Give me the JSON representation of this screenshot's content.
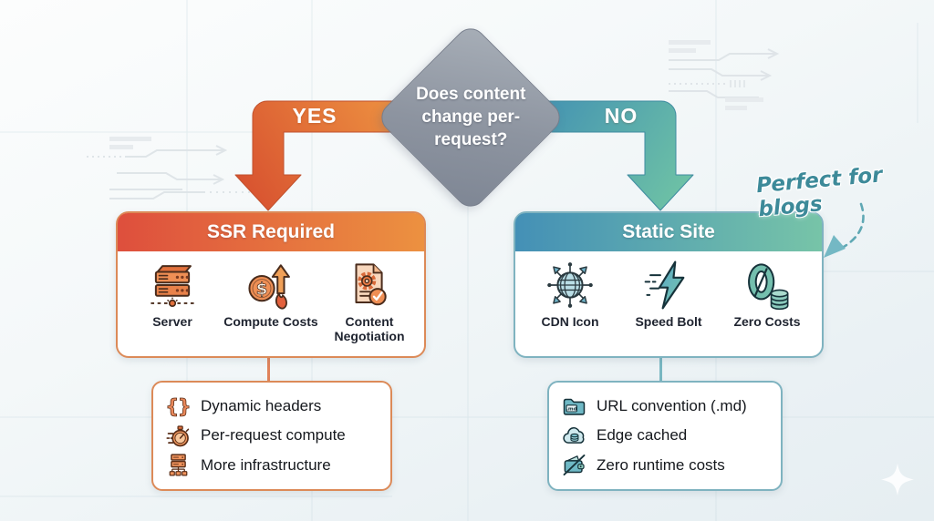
{
  "diamond": {
    "question": "Does content change per-request?"
  },
  "branches": {
    "yes": {
      "label": "YES",
      "color": "#d85330"
    },
    "no": {
      "label": "NO",
      "color": "#4e9fb0"
    }
  },
  "ssr_card": {
    "title": "SSR Required",
    "accent": "#e2603c",
    "items": [
      {
        "icon": "server-icon",
        "label": "Server"
      },
      {
        "icon": "compute-costs-icon",
        "label": "Compute Costs"
      },
      {
        "icon": "content-negotiation-icon",
        "label": "Content Negotiation"
      }
    ]
  },
  "static_card": {
    "title": "Static Site",
    "accent": "#4a97b8",
    "items": [
      {
        "icon": "cdn-icon",
        "label": "CDN Icon"
      },
      {
        "icon": "speed-bolt-icon",
        "label": "Speed Bolt"
      },
      {
        "icon": "zero-costs-icon",
        "label": "Zero Costs"
      }
    ]
  },
  "ssr_details": {
    "items": [
      {
        "icon": "braces-icon",
        "label": "Dynamic headers"
      },
      {
        "icon": "stopwatch-icon",
        "label": "Per-request compute"
      },
      {
        "icon": "infrastructure-icon",
        "label": "More infrastructure"
      }
    ]
  },
  "static_details": {
    "items": [
      {
        "icon": "md-folder-icon",
        "label": "URL convention (.md)"
      },
      {
        "icon": "edge-cache-icon",
        "label": "Edge cached"
      },
      {
        "icon": "no-cost-wallet-icon",
        "label": "Zero runtime costs"
      }
    ]
  },
  "annotation": {
    "text": "Perfect for blogs",
    "color": "#3d8a99"
  },
  "colors": {
    "diamond": "#8d94a0",
    "ssr_header_gradient": [
      "#de4f3d",
      "#ec9140"
    ],
    "static_header_gradient": [
      "#4490b6",
      "#77c4a8"
    ],
    "background": "#f1f6f8"
  }
}
